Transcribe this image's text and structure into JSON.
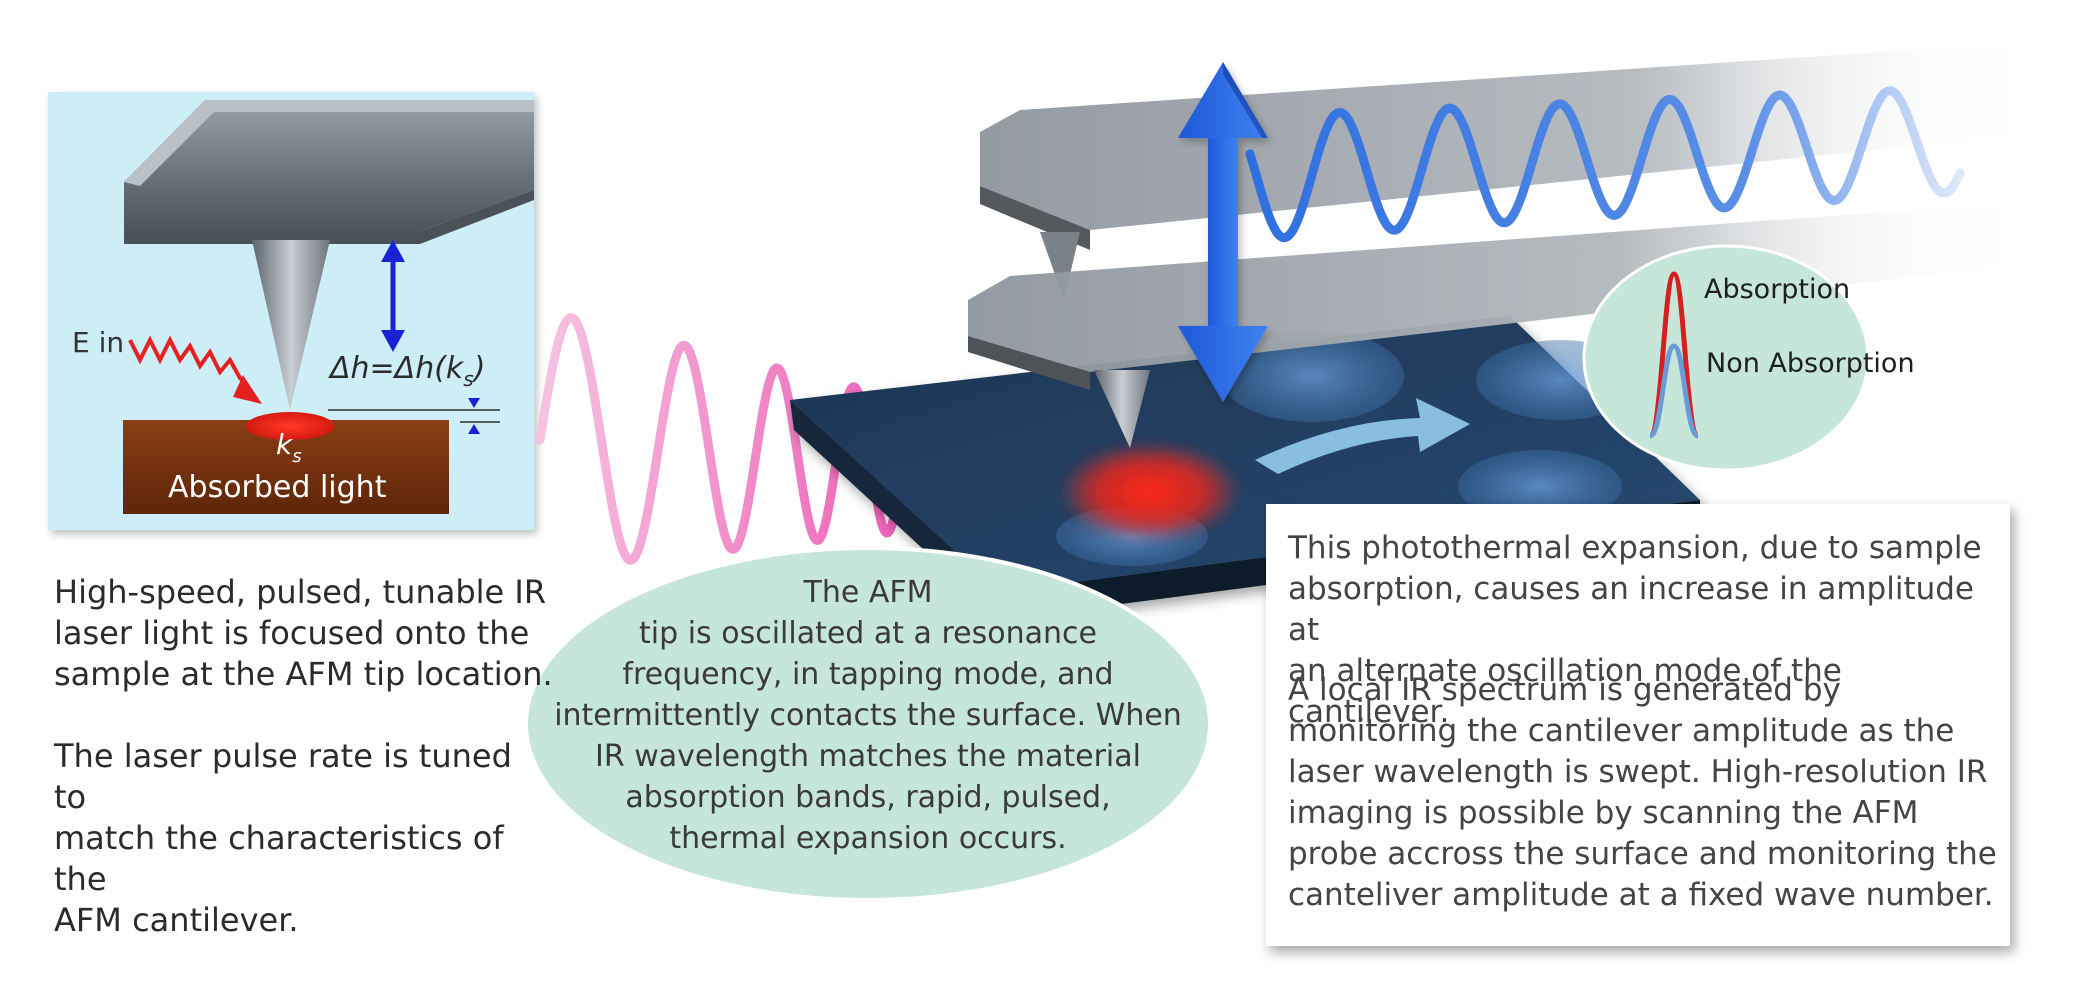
{
  "inset": {
    "e_in_label": "E in",
    "dh_label": "Δh=Δh(k",
    "dh_subscript": "s",
    "dh_close": ")",
    "ks_label": "k",
    "ks_subscript": "s",
    "absorbed_label": "Absorbed light"
  },
  "legend": {
    "absorption_label": "Absorption",
    "non_absorption_label": "Non Absorption"
  },
  "left_text": {
    "paragraph1": "High-speed, pulsed, tunable IR\nlaser light is focused onto the\nsample at the AFM tip location.",
    "paragraph2": "The laser pulse rate is tuned to\nmatch the characteristics of the\nAFM cantilever."
  },
  "oval_text": "The AFM\ntip is oscillated at a resonance\nfrequency, in tapping mode, and\nintermittently contacts the surface. When\nIR wavelength matches the material\nabsorption bands, rapid, pulsed,\nthermal expansion occurs.",
  "box_text": {
    "paragraph1": "This photothermal expansion, due to sample\nabsorption, causes an increase in amplitude at\nan alternate oscillation mode of the cantilever.",
    "paragraph2": "A local IR spectrum is generated by\nmonitoring the cantilever amplitude as the\nlaser wavelength is swept. High-resolution IR\nimaging is possible by scanning the AFM\nprobe accross the surface and monitoring the\ncanteliver amplitude at a fixed wave number."
  },
  "colors": {
    "ir_wave": "#e6199a",
    "oscillation_wave": "#2f6fe0",
    "inset_background": "#cdeef7",
    "oval_fill": "#c7e6da",
    "absorption_curve": "#d42020",
    "non_absorption_curve": "#6a9ad8"
  }
}
